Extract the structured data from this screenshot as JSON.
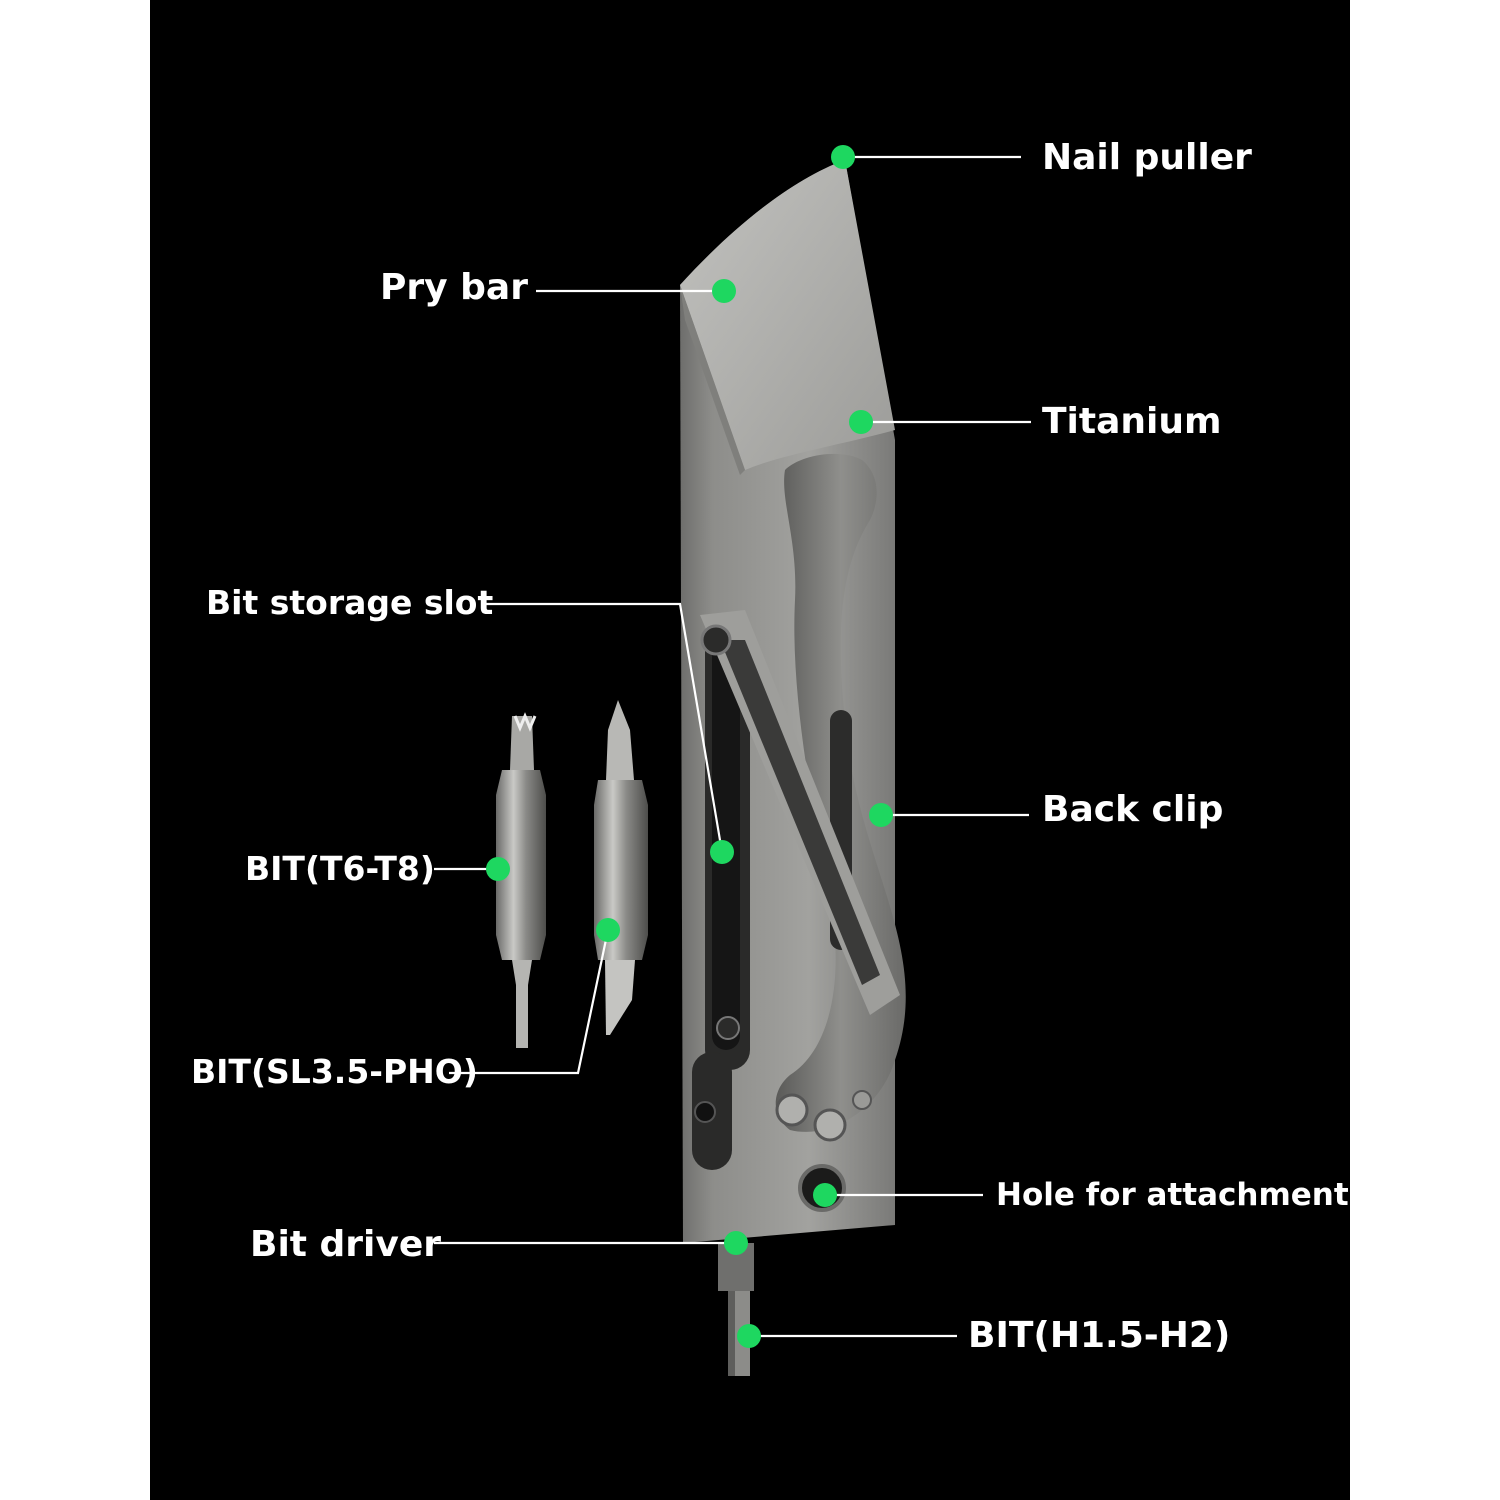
{
  "colors": {
    "background": "#000000",
    "marker": "#1ed760",
    "leader": "#ffffff",
    "label_text": "#ffffff",
    "titanium": "#8a8a88",
    "titanium_light": "#b9b9b6",
    "titanium_dark": "#5f5f5d"
  },
  "labels": {
    "nail_puller": "Nail puller",
    "pry_bar": "Pry bar",
    "titanium": "Titanium",
    "bit_storage_slot": "Bit storage slot",
    "back_clip": "Back clip",
    "bit_t6_t8": "BIT(T6-T8)",
    "bit_sl35_pho": "BIT(SL3.5-PHO)",
    "hole_for_attachment": "Hole for attachment",
    "bit_driver": "Bit driver",
    "bit_h15_h2": "BIT(H1.5-H2)"
  }
}
